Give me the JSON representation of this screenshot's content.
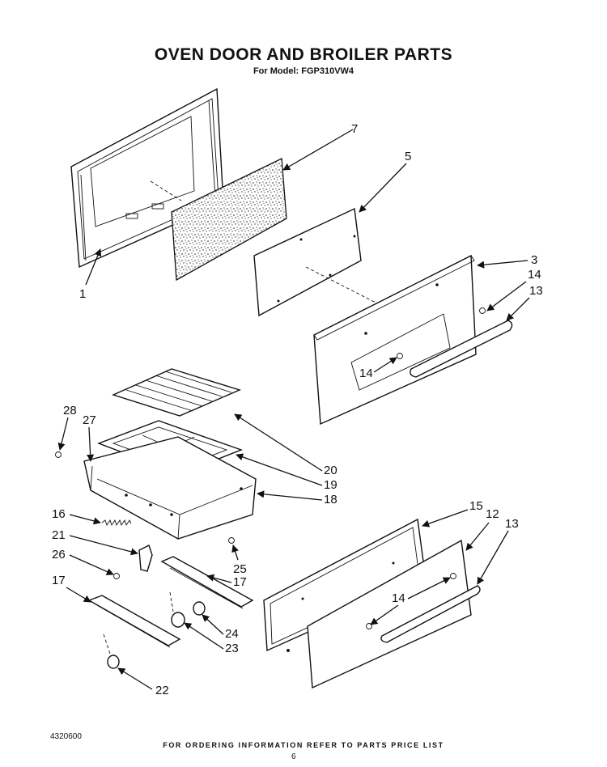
{
  "header": {
    "title": "OVEN DOOR AND BROILER PARTS",
    "subtitle": "For Model: FGP310VW4"
  },
  "footer": {
    "ordering_note": "FOR ORDERING INFORMATION REFER TO PARTS PRICE LIST",
    "doc_number": "4320600",
    "page_number": "6"
  },
  "callouts": [
    "1",
    "3",
    "5",
    "7",
    "13",
    "14",
    "12",
    "15",
    "16",
    "17",
    "18",
    "19",
    "20",
    "21",
    "22",
    "23",
    "24",
    "25",
    "26",
    "27",
    "28"
  ]
}
